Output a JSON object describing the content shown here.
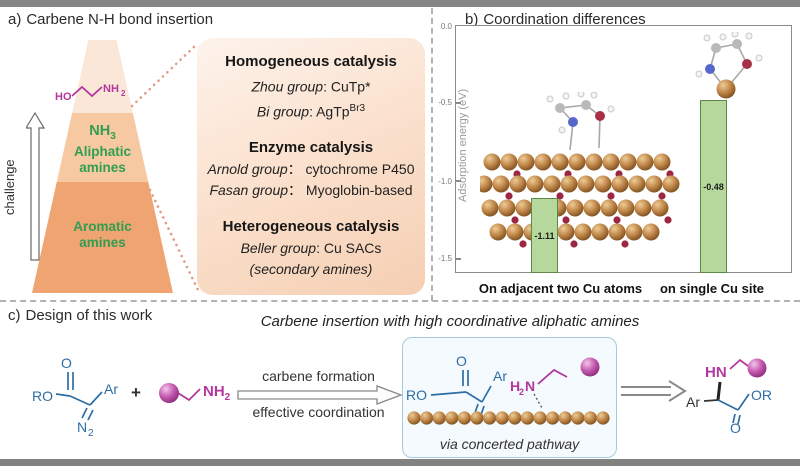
{
  "panel_a": {
    "label": "a)",
    "title": "Carbene N-H bond insertion",
    "challenge": "challenge",
    "molecule": {
      "ho": "HO",
      "nh": "NH",
      "sub": "2"
    },
    "funnel": {
      "nh3_base": "NH",
      "nh3_sub": "3",
      "aliphatic_1": "Aliphatic",
      "aliphatic_2": "amines",
      "aromatic_1": "Aromatic",
      "aromatic_2": "amines"
    },
    "box": {
      "sections": [
        {
          "heading": "Homogeneous catalysis",
          "rows": [
            {
              "group": "Zhou group",
              "rest": ": CuTp*",
              "sup": ""
            },
            {
              "group": "Bi group",
              "rest": ": AgTp",
              "sup": "Br3"
            }
          ]
        },
        {
          "heading": "Enzyme catalysis",
          "rows": [
            {
              "group": "Arnold group",
              "rest": "： cytochrome P450",
              "sup": ""
            },
            {
              "group": "Fasan group",
              "rest": "： Myoglobin-based",
              "sup": ""
            }
          ]
        },
        {
          "heading": "Heterogeneous catalysis",
          "rows": [
            {
              "group": "Beller group",
              "rest": ": Cu SACs",
              "sup": ""
            },
            {
              "group": "(secondary amines)",
              "rest": "",
              "sup": ""
            }
          ]
        }
      ]
    }
  },
  "panel_b": {
    "label": "b)",
    "title": "Coordination differences"
  },
  "chart_data": {
    "type": "bar",
    "title": "Coordination differences",
    "ylabel": "Adsorption energy (eV)",
    "categories": [
      "On adjacent two Cu atoms",
      "on single Cu site"
    ],
    "values": [
      -1.11,
      -0.48
    ],
    "value_labels": [
      "-1.11",
      "-0.48"
    ],
    "ytick_labels": [
      "0.0",
      "-0.5",
      "-1.0",
      "-1.5"
    ],
    "yticks": [
      0,
      -0.5,
      -1.0,
      -1.5
    ],
    "ylim": [
      -1.59,
      0
    ],
    "bar_color": "#b6d89d",
    "grid": false,
    "images": [
      "cu-slab-with-adsorbed-aminoethanol",
      "single-cu-aminoethanol-complex"
    ]
  },
  "panel_c": {
    "label": "c)",
    "title": "Design of this work",
    "headline": "Carbene insertion with high coordinative aliphatic amines",
    "diazo": {
      "ro": "RO",
      "o": "O",
      "ar": "Ar",
      "n": "N",
      "n_sub": "2"
    },
    "plus": "+",
    "amine": {
      "nh": "NH",
      "sub": "2"
    },
    "arrow_top": "carbene formation",
    "arrow_bottom": "effective coordination",
    "intermediate": {
      "o": "O",
      "ro": "RO",
      "ar": "Ar",
      "h": "H",
      "h_sub": "2",
      "n": "N",
      "caption": "via concerted pathway"
    },
    "product": {
      "hn": "HN",
      "ar": "Ar",
      "or": "OR",
      "o": "O"
    }
  }
}
